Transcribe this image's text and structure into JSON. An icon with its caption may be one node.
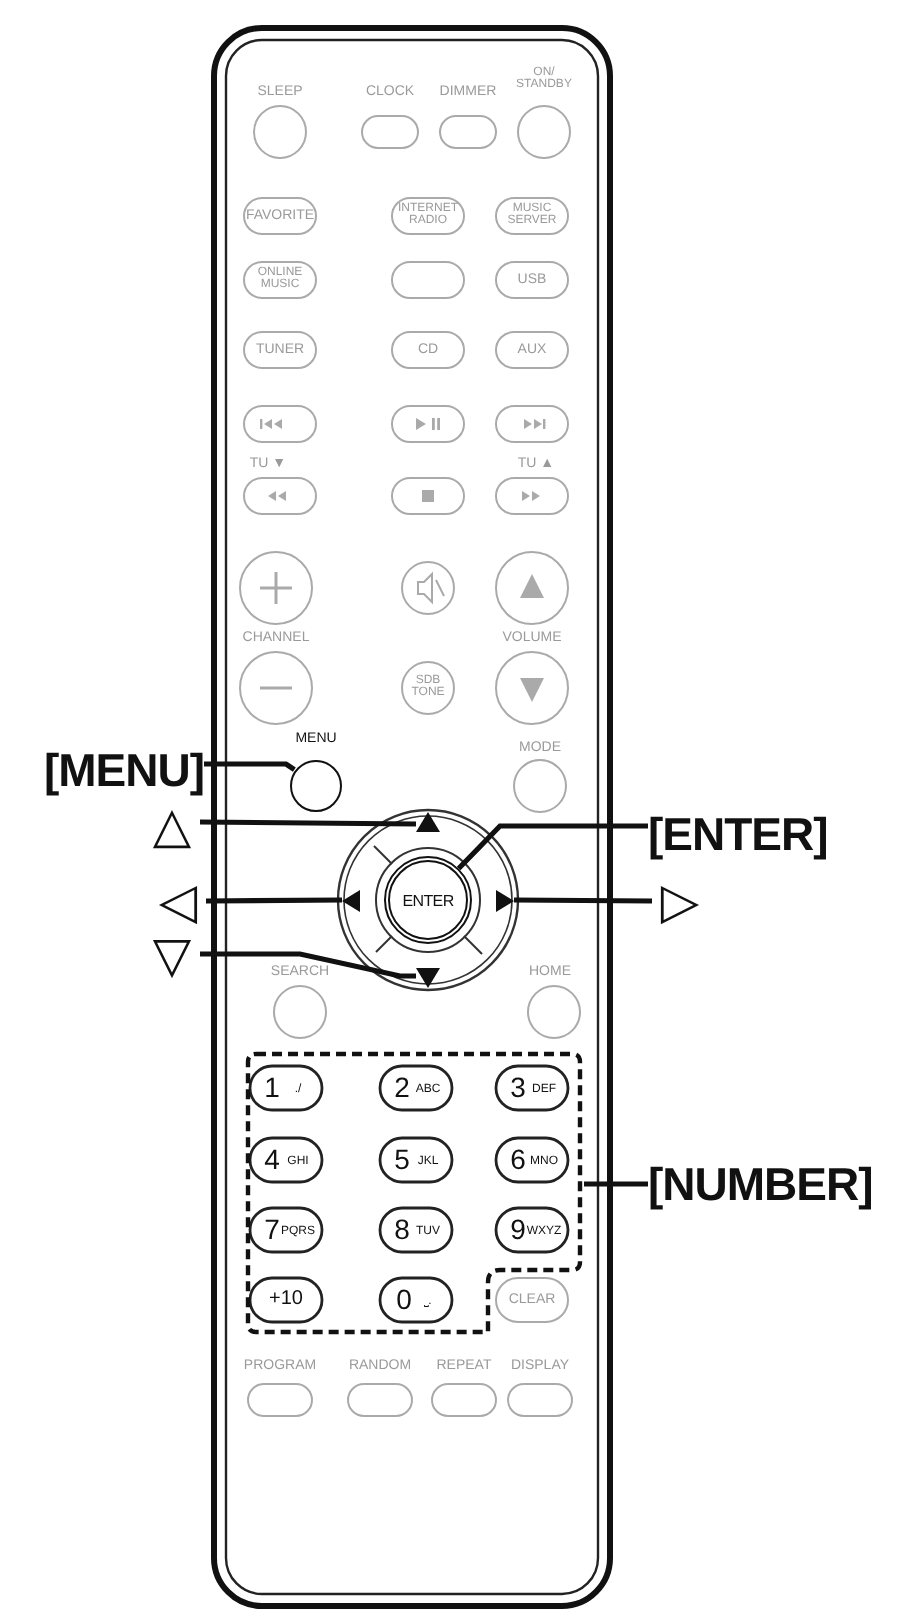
{
  "diagram": {
    "nodes": [
      {
        "text": [
          "[MENU]"
        ]
      },
      {
        "text": [
          "MENU"
        ]
      },
      {
        "text": [
          "△"
        ]
      },
      {
        "text": [],
        "shape": "triangle"
      },
      {
        "text": [
          "[ENTER]"
        ]
      },
      {
        "text": [
          "ENTER"
        ]
      },
      {
        "text": [
          "◁"
        ]
      },
      {
        "text": [],
        "shape": "triangle"
      },
      {
        "text": [
          "▷"
        ]
      },
      {
        "text": [],
        "shape": "triangle"
      },
      {
        "text": [
          "▽"
        ]
      },
      {
        "text": [],
        "shape": "triangle"
      },
      {
        "text": [
          "[NUMBER]"
        ]
      },
      {
        "text": [],
        "shape": "box"
      }
    ],
    "edges": [
      {
        "from": 0,
        "to": 1,
        "arrow": "none"
      },
      {
        "from": 2,
        "to": 3,
        "arrow": "none"
      },
      {
        "from": 4,
        "to": 5,
        "arrow": "none"
      },
      {
        "from": 6,
        "to": 7,
        "arrow": "none"
      },
      {
        "from": 8,
        "to": 9,
        "arrow": "none"
      },
      {
        "from": 10,
        "to": 11,
        "arrow": "none"
      },
      {
        "from": 12,
        "to": 13,
        "arrow": "none"
      }
    ],
    "labels": [
      "SLEEP",
      "CLOCK",
      "DIMMER",
      "ON/ STANDBY",
      "FAVORITE",
      "INTERNET RADIO",
      "MUSIC SERVER",
      "ONLINE MUSIC",
      "USB",
      "TUNER",
      "CD",
      "AUX",
      "TU ▼",
      "TU ▲",
      "CHANNEL",
      "VOLUME",
      "SDB TONE",
      "MODE",
      "SEARCH",
      "HOME",
      "1",
      "./",
      "2",
      "ABC",
      "3",
      "DEF",
      "4",
      "GHI",
      "5",
      "JKL",
      "6",
      "MNO",
      "7",
      "PQRS",
      "8",
      "TUV",
      "9",
      "WXYZ",
      "+10",
      "0",
      "⎵.",
      "CLEAR",
      "PROGRAM",
      "RANDOM",
      "REPEAT",
      "DISPLAY"
    ]
  }
}
